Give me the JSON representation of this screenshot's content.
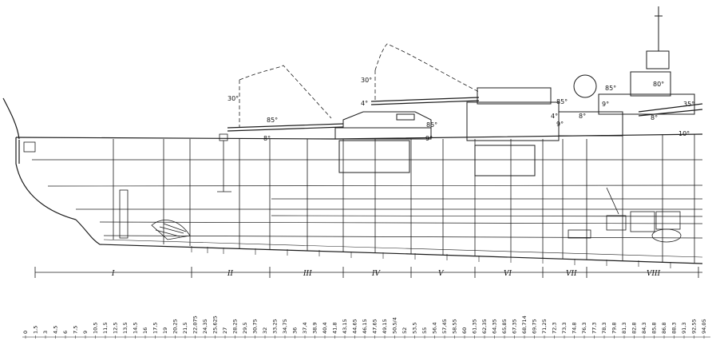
{
  "angle_labels": [
    "30°",
    "85°",
    "8°",
    "30°",
    "4°",
    "85°",
    "9°",
    "85°",
    "4°",
    "9°",
    "8°",
    "85°",
    "80°",
    "9°",
    "35°",
    "8°",
    "10°"
  ],
  "sections": [
    "I",
    "II",
    "III",
    "IV",
    "V",
    "VI",
    "VII",
    "VIII"
  ],
  "frame_stations": [
    "0",
    "1,5",
    "3",
    "4,5",
    "6",
    "7,5",
    "9",
    "10,5",
    "11,5",
    "12,5",
    "13,5",
    "14,5",
    "16",
    "17,5",
    "19",
    "20,25",
    "21,5",
    "22,075",
    "24,35",
    "25,625",
    "27",
    "28,25",
    "29,5",
    "30,75",
    "32",
    "33,25",
    "34,75",
    "36",
    "37,4",
    "38,9",
    "40,4",
    "41,8",
    "43,15",
    "44,65",
    "46,15",
    "47,65",
    "49,15",
    "50,5/4",
    "52",
    "53,5",
    "55",
    "56,4",
    "57,45",
    "58,55",
    "60",
    "61,35",
    "62,35",
    "64,35",
    "65,85",
    "67,35",
    "68,714",
    "69,75",
    "71,25",
    "72,3",
    "73,3",
    "74,8",
    "76,3",
    "77,3",
    "78,3",
    "79,8",
    "81,3",
    "82,8",
    "84,3",
    "85,8",
    "86,8",
    "88,3",
    "91,3",
    "92,55",
    "94,05"
  ]
}
